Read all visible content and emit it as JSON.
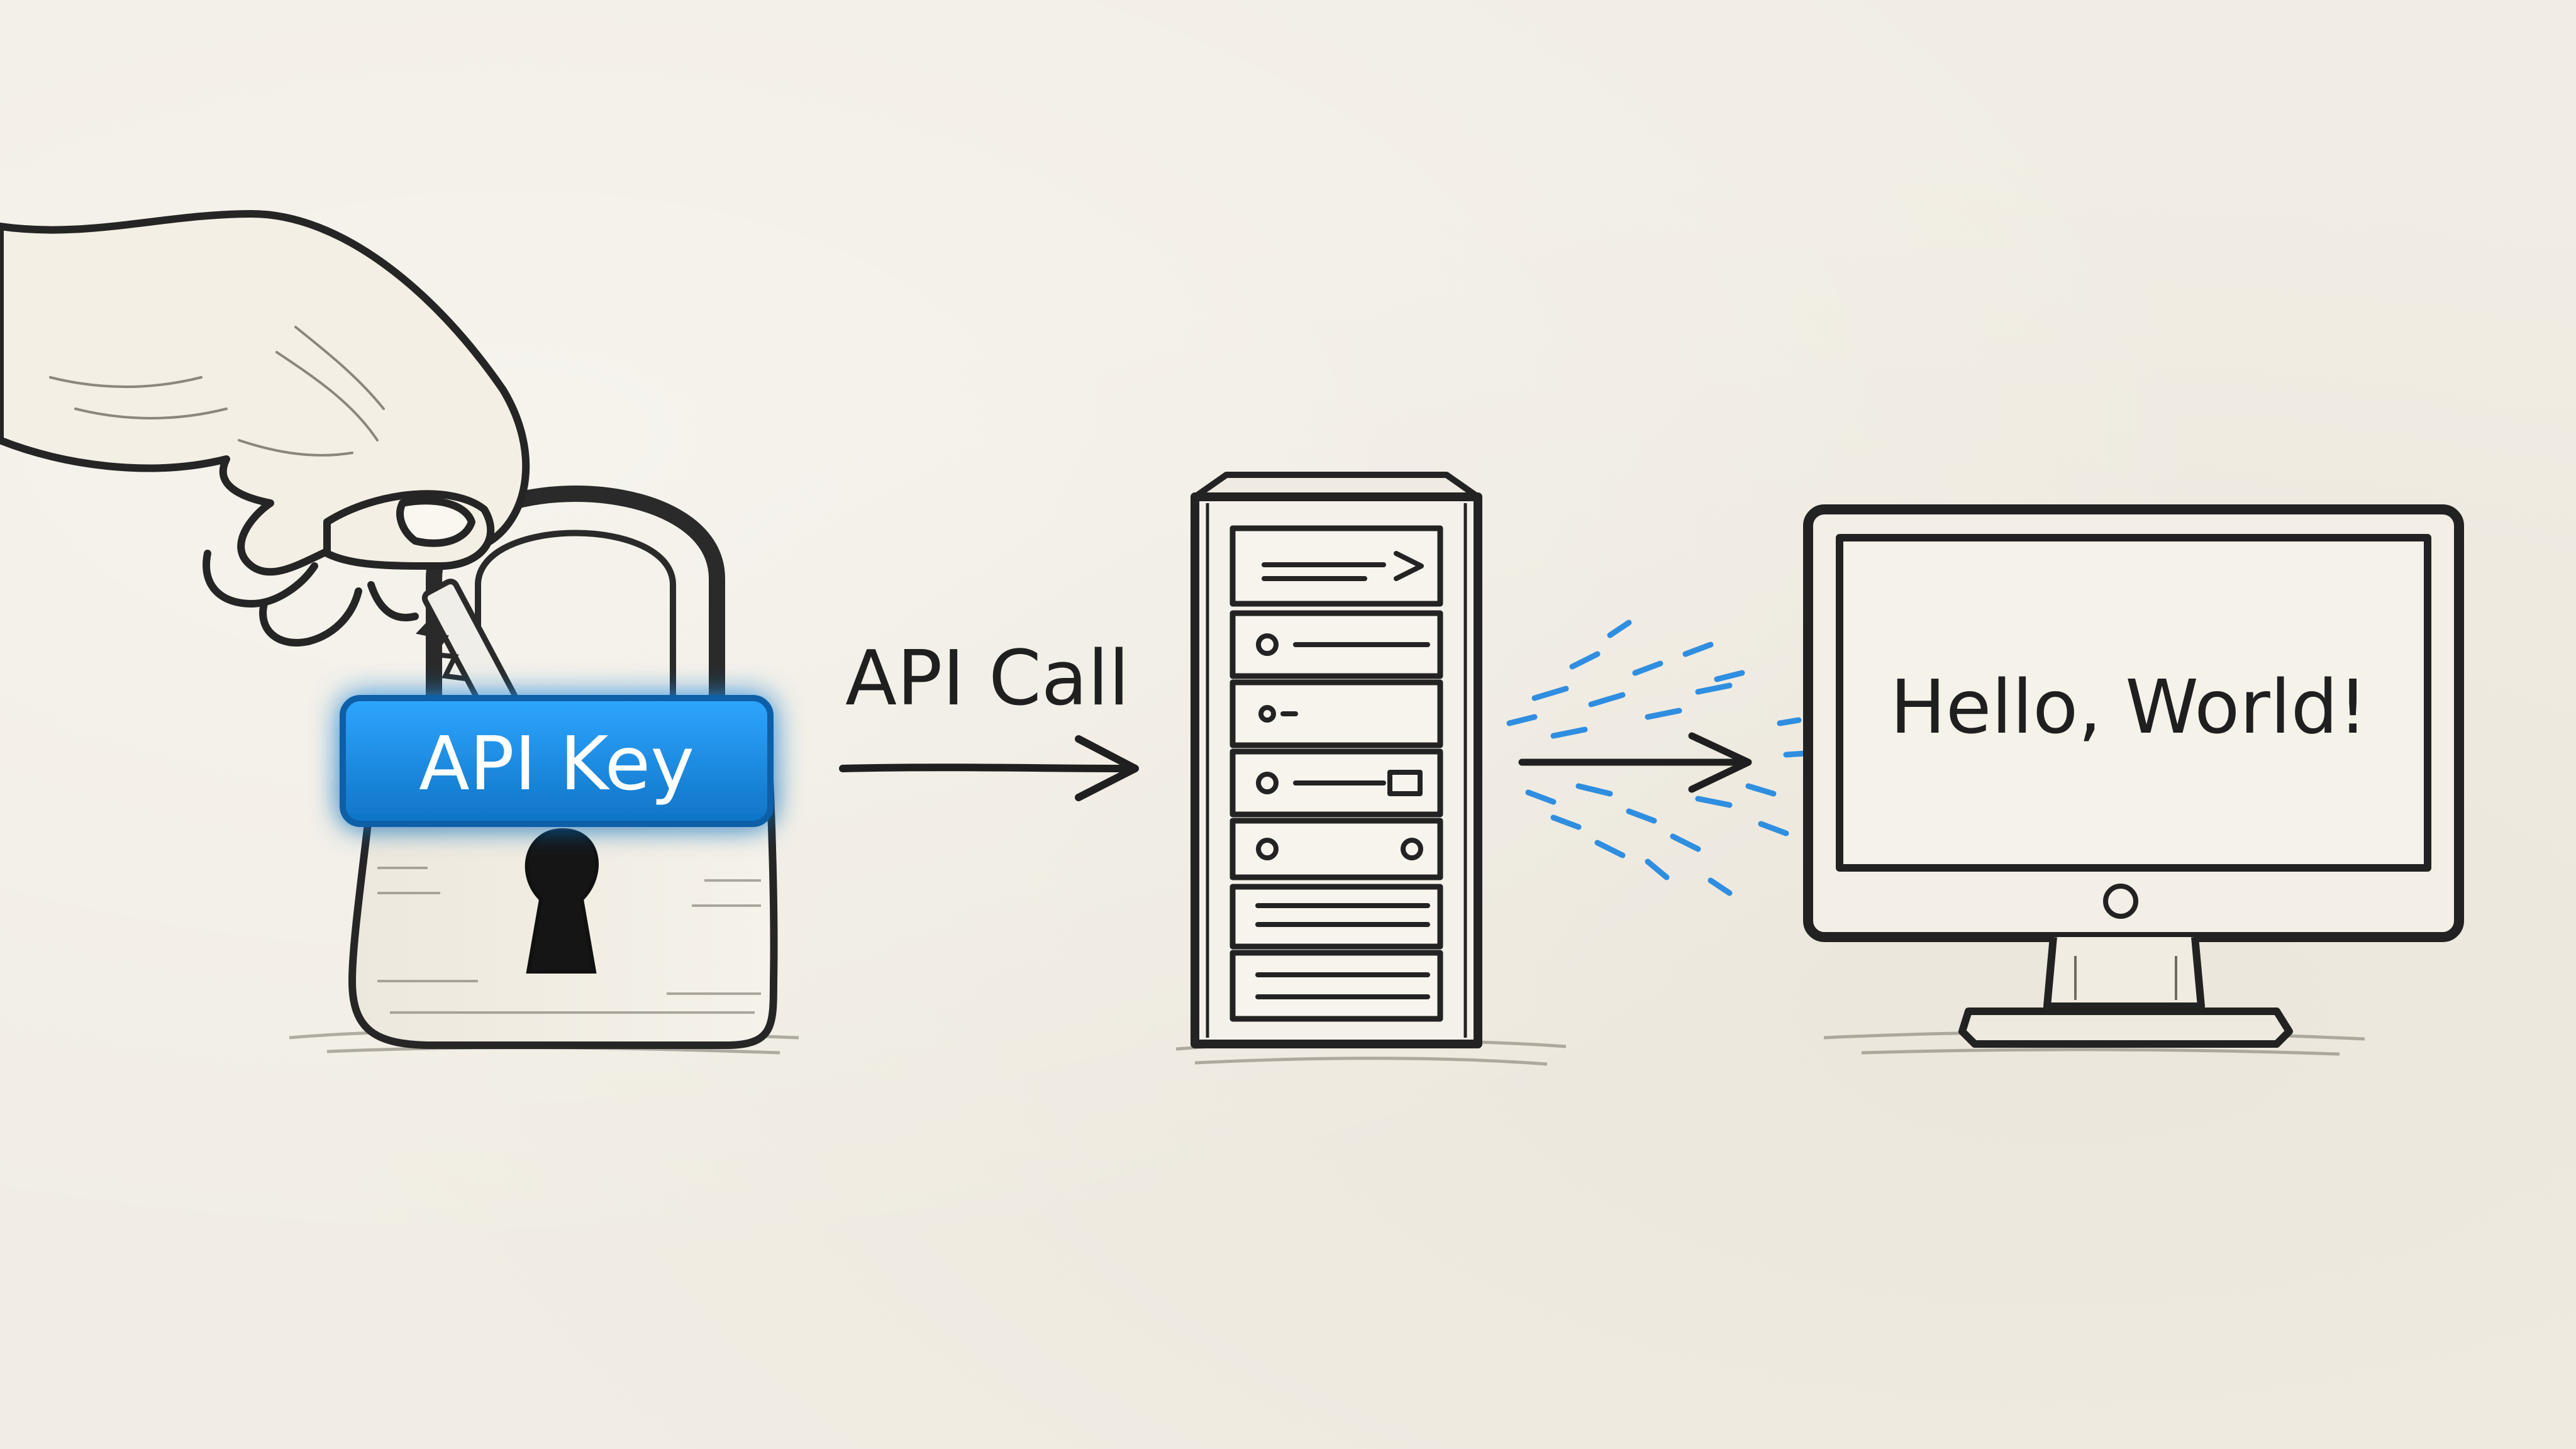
{
  "padlock": {
    "label": "API Key",
    "label_fill": "#1787d8",
    "glow": "#43b8ff"
  },
  "connector": {
    "label": "API Call"
  },
  "monitor": {
    "screen_text": "Hello, World!"
  },
  "colors": {
    "ink": "#1f1f1f",
    "paper": "#f1ede4",
    "accent": "#2f8ee0"
  }
}
